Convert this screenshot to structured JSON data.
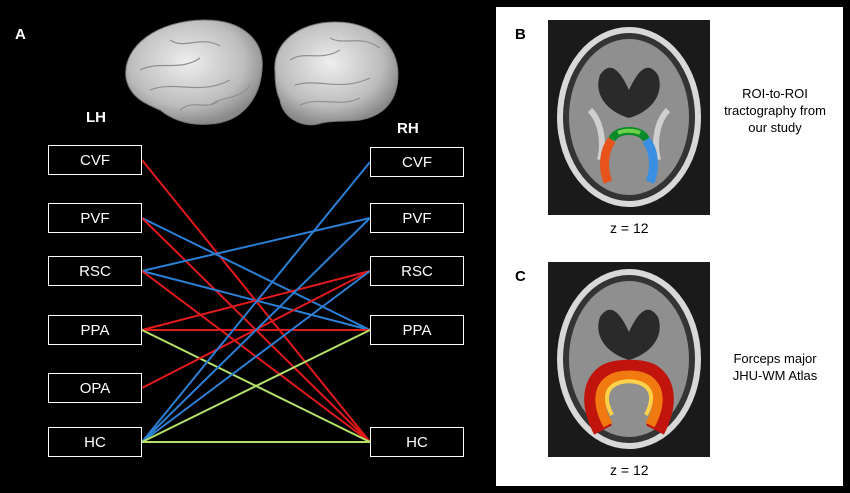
{
  "panel_a": {
    "letter": "A",
    "lh_label": "LH",
    "rh_label": "RH",
    "lh_rois": [
      "CVF",
      "PVF",
      "RSC",
      "PPA",
      "OPA",
      "HC"
    ],
    "rh_rois": [
      "CVF",
      "PVF",
      "RSC",
      "PPA",
      "HC"
    ],
    "connections": [
      {
        "from": "CVF",
        "to": "HC",
        "color": "#e31a1c"
      },
      {
        "from": "PVF",
        "to": "PPA",
        "color": "#2b7fd4"
      },
      {
        "from": "PVF",
        "to": "HC",
        "color": "#e31a1c"
      },
      {
        "from": "RSC",
        "to": "PVF",
        "color": "#2b7fd4"
      },
      {
        "from": "RSC",
        "to": "PPA",
        "color": "#2b7fd4"
      },
      {
        "from": "RSC",
        "to": "HC",
        "color": "#e31a1c"
      },
      {
        "from": "PPA",
        "to": "RSC",
        "color": "#e31a1c"
      },
      {
        "from": "PPA",
        "to": "PPA",
        "color": "#e31a1c"
      },
      {
        "from": "PPA",
        "to": "HC",
        "color": "#b5e06a"
      },
      {
        "from": "OPA",
        "to": "RSC",
        "color": "#e31a1c"
      },
      {
        "from": "HC",
        "to": "CVF",
        "color": "#2b7fd4"
      },
      {
        "from": "HC",
        "to": "PVF",
        "color": "#2b7fd4"
      },
      {
        "from": "HC",
        "to": "RSC",
        "color": "#2b7fd4"
      },
      {
        "from": "HC",
        "to": "PPA",
        "color": "#b5e06a"
      },
      {
        "from": "HC",
        "to": "HC",
        "color": "#b5e06a"
      }
    ]
  },
  "panel_b": {
    "letter": "B",
    "caption": [
      "ROI-to-ROI",
      "tractography from",
      "our study"
    ],
    "z_label": "z = 12"
  },
  "panel_c": {
    "letter": "C",
    "caption": [
      "Forceps major",
      "JHU-WM Atlas"
    ],
    "z_label": "z = 12"
  },
  "colors": {
    "red": "#e31a1c",
    "blue": "#2b7fd4",
    "green": "#b5e06a"
  }
}
